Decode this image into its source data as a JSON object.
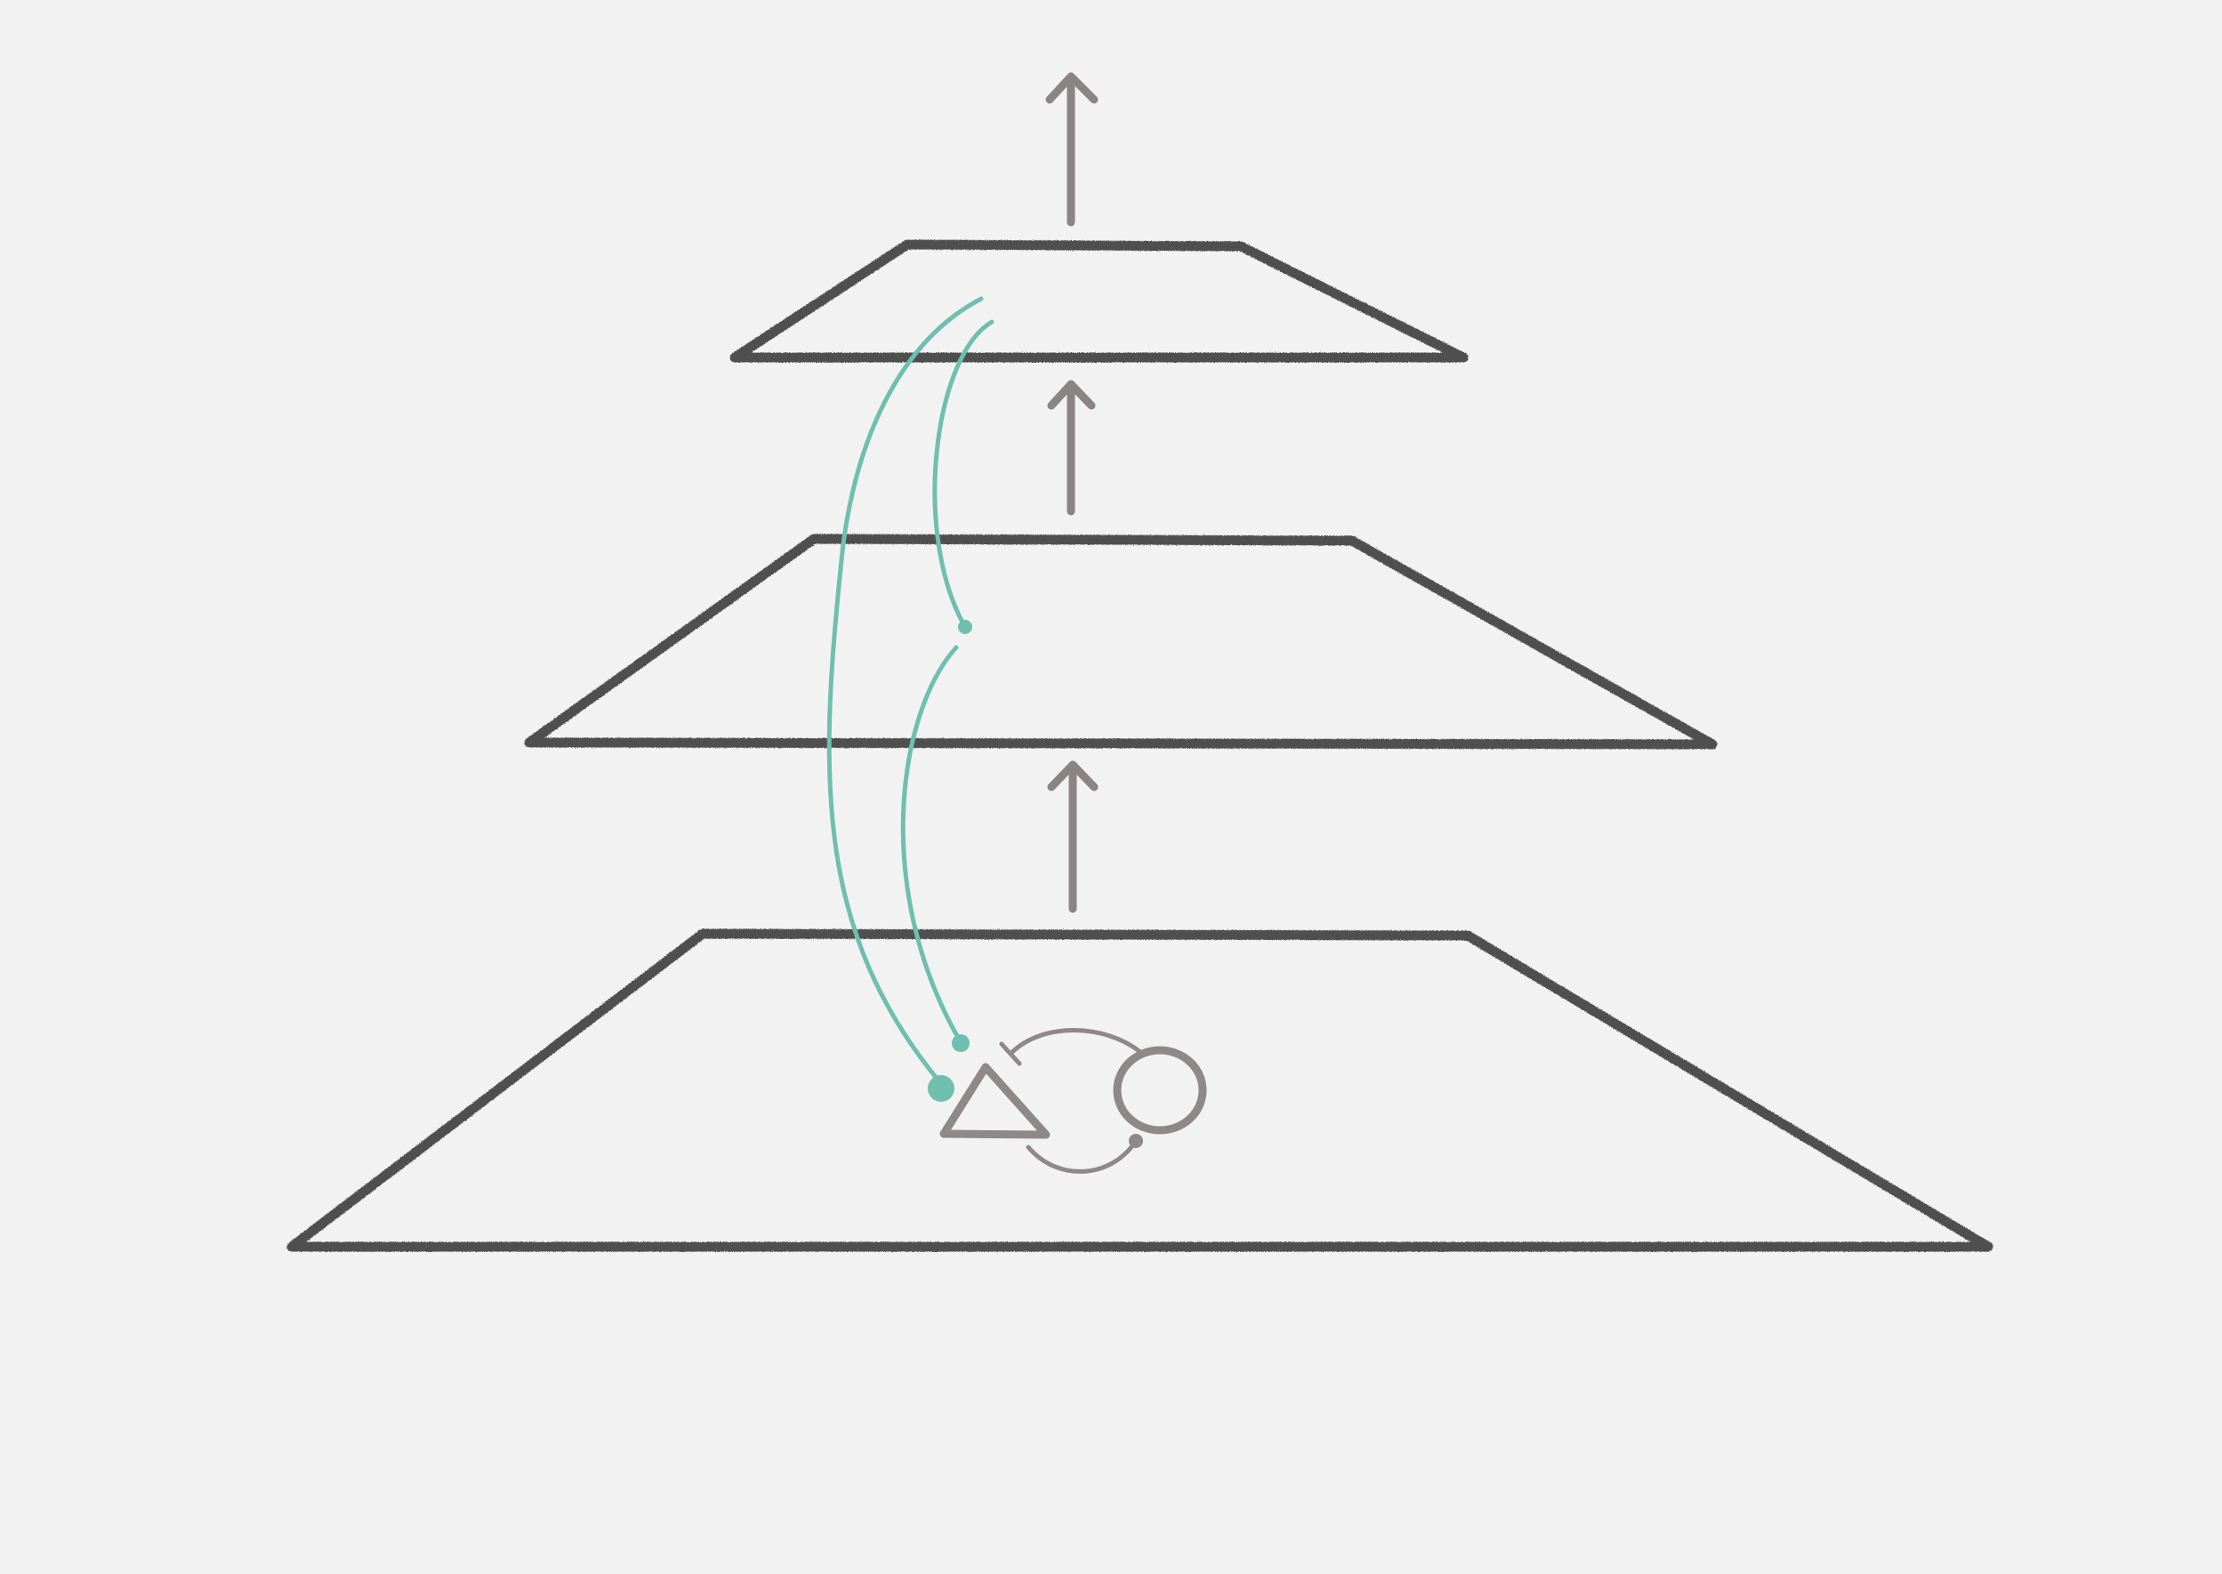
{
  "colors": {
    "background": "#f2f2f2",
    "plane": "#4f4f4f",
    "arrow": "#8a8484",
    "link": "#6fbfae",
    "shape": "#8e8889"
  },
  "diagram": {
    "levels": 3,
    "elements": [
      "triangle",
      "circle"
    ]
  }
}
